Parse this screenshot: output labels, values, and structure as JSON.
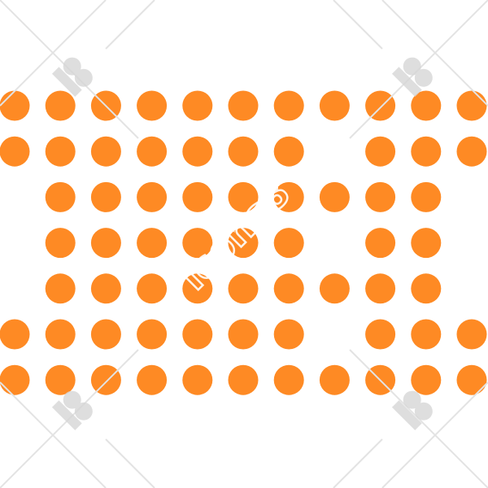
{
  "image": {
    "background": "#ffffff",
    "dot_color": "#fe8a24",
    "watermark_color": "#d6d6d6",
    "grid_columns": 11,
    "grid_rows": 7,
    "pattern": [
      "11111111111",
      "11111110111",
      "01111111110",
      "01111110110",
      "01111111110",
      "11111110111",
      "11111111111"
    ]
  },
  "watermark": {
    "text": "icons8",
    "logo_icon": "icons8-logo-icon"
  }
}
